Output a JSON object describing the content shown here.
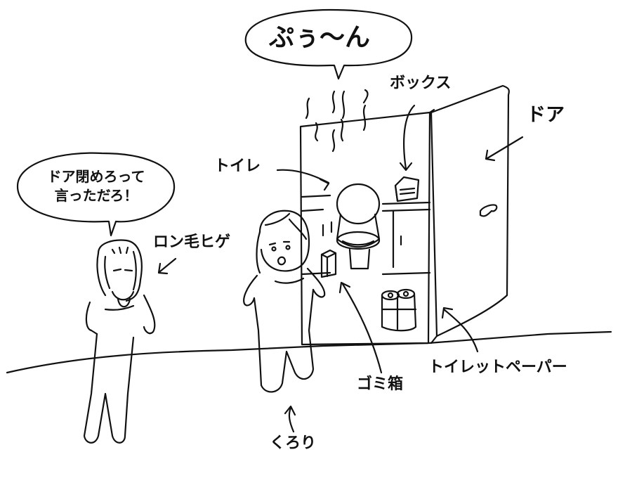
{
  "sound_bubble": {
    "text": "ぷぅ〜ん"
  },
  "speech_bubble": {
    "line1": "ドア閉めろって",
    "line2": "言っただろ！"
  },
  "labels": {
    "box": "ボックス",
    "door": "ドア",
    "toilet": "トイレ",
    "long_hair_beard": "ロン毛ヒゲ",
    "trash_can": "ゴミ箱",
    "toilet_paper": "トイレットペーパー",
    "kurori": "くろり"
  },
  "colors": {
    "ink": "#111111",
    "background": "#ffffff"
  }
}
